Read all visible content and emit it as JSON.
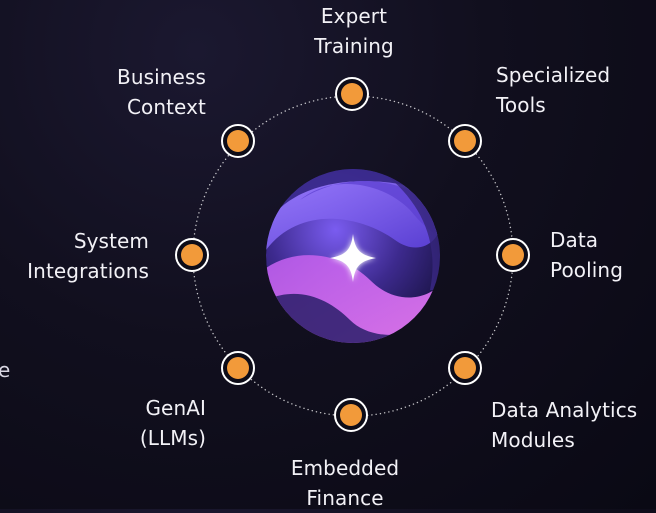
{
  "diagram": {
    "center": {
      "icon": "sparkle-icon"
    },
    "nodes": [
      {
        "id": "expert-training",
        "lines": [
          "Expert",
          "Training"
        ]
      },
      {
        "id": "specialized-tools",
        "lines": [
          "Specialized",
          "Tools"
        ]
      },
      {
        "id": "data-pooling",
        "lines": [
          "Data",
          "Pooling"
        ]
      },
      {
        "id": "data-analytics-modules",
        "lines": [
          "Data Analytics",
          "Modules"
        ]
      },
      {
        "id": "embedded-finance",
        "lines": [
          "Embedded",
          "Finance"
        ]
      },
      {
        "id": "genai-llms",
        "lines": [
          "GenAI",
          "(LLMs)"
        ]
      },
      {
        "id": "system-integrations",
        "lines": [
          "System",
          "Integrations"
        ]
      },
      {
        "id": "business-context",
        "lines": [
          "Business",
          "Context"
        ]
      }
    ],
    "colors": {
      "node_fill": "#f29a3a",
      "node_ring": "#ffffff",
      "ring_dots": "#ffffff",
      "background": "#110f1e"
    }
  },
  "edge_fragment": "e"
}
